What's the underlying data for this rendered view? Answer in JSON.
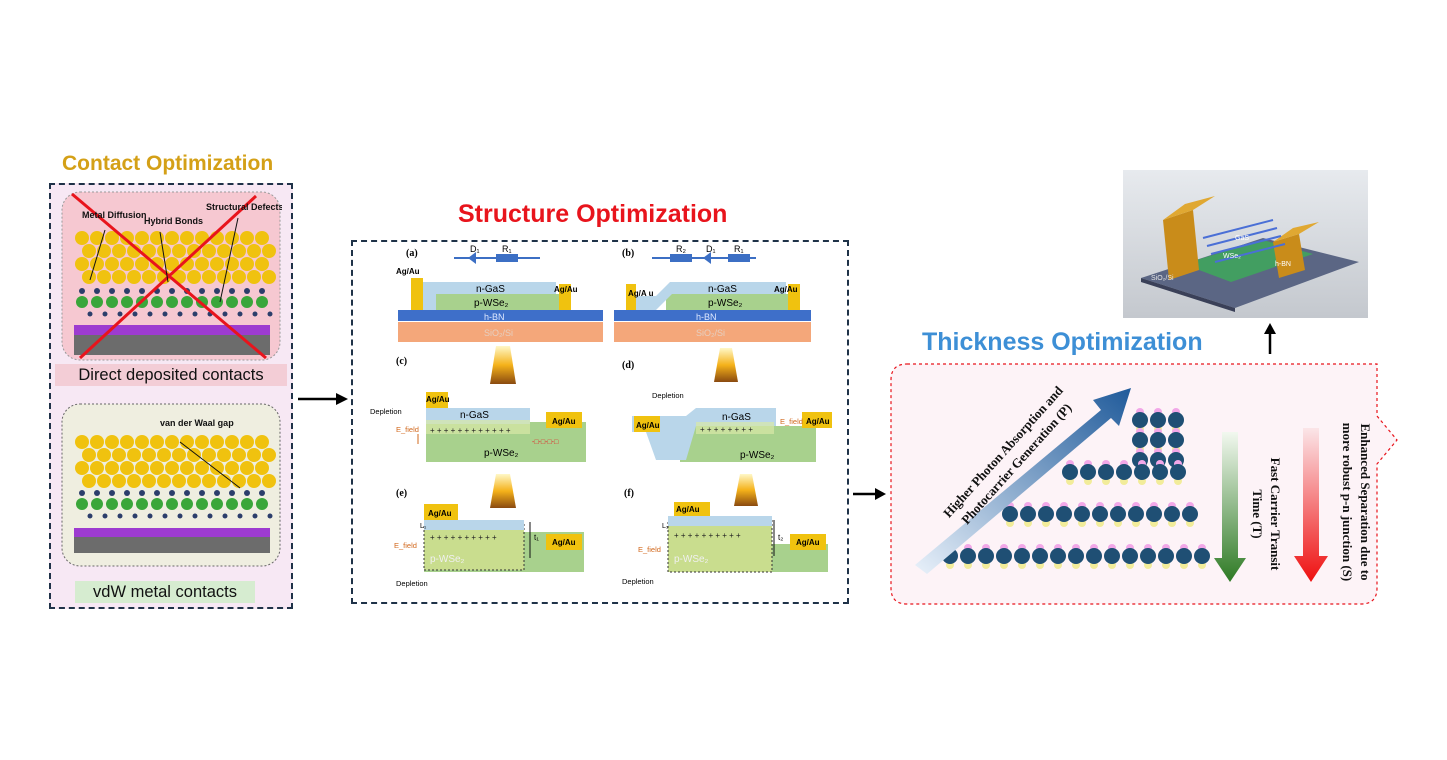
{
  "contact": {
    "title": "Contact Optimization",
    "labels": {
      "metal_diffusion": "Metal Diffusion",
      "hybrid_bonds": "Hybrid Bonds",
      "structural_defects": "Structural Defects",
      "vdw_gap": "van der Waal gap"
    },
    "direct_caption": "Direct deposited contacts",
    "vdw_caption": "vdW metal contacts"
  },
  "structure": {
    "title": "Structure Optimization",
    "panels": {
      "a": "(a)",
      "b": "(b)",
      "c": "(c)",
      "d": "(d)",
      "e": "(e)",
      "f": "(f)"
    },
    "labels": {
      "ag_au": "Ag/Au",
      "ag_a_u": "Ag/A u",
      "n_gas": "n-GaS",
      "p_wse2": "p-WSe₂",
      "hbn": "h-BN",
      "sio2_si": "SiO₂/Si",
      "depletion": "Depletion",
      "efield": "E_field",
      "d1": "D₁",
      "r1": "R₁",
      "r2": "R₂",
      "l1": "L₁",
      "t1": "t₁",
      "t2": "t₂"
    }
  },
  "thickness": {
    "title": "Thickness Optimization",
    "p_label": "Higher Photon Absorption and Photocarrier Generation (P)",
    "t_label": "Fast Carrier Transit Time (T)",
    "s_label": "Enhanced Separation due to more robust p-n junction (S)",
    "device_labels": {
      "sio2": "SiO₂/Si",
      "wse2": "WSe₂",
      "gas": "GaS",
      "hbn": "h-BN"
    }
  },
  "colors": {
    "contact_title": "#d4a017",
    "structure_title": "#e8141c",
    "thickness_title": "#3d8fd6",
    "gold": "#f0c20f",
    "gas_blue": "#b9d6ea",
    "wse2_green": "#a8d18d",
    "hbn_blue": "#3e6fc9",
    "substrate": "#f4a77a"
  }
}
